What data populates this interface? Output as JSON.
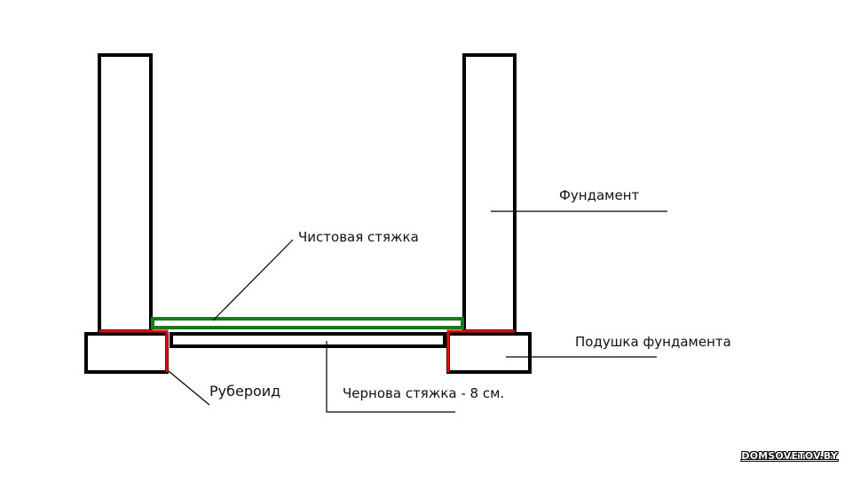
{
  "labels": {
    "clean_screed": "Чистовая стяжка",
    "foundation": "Фундамент",
    "foundation_cushion": "Подушка фундамента",
    "roofing_felt": "Рубероид",
    "rough_screed": "Чернова стяжка - 8 см."
  },
  "watermark": "DOMSOVETOV.BY",
  "colors": {
    "outline": "#000000",
    "clean_screed": "#1a7a1a",
    "roofing_felt": "#e01010",
    "background": "#ffffff"
  }
}
